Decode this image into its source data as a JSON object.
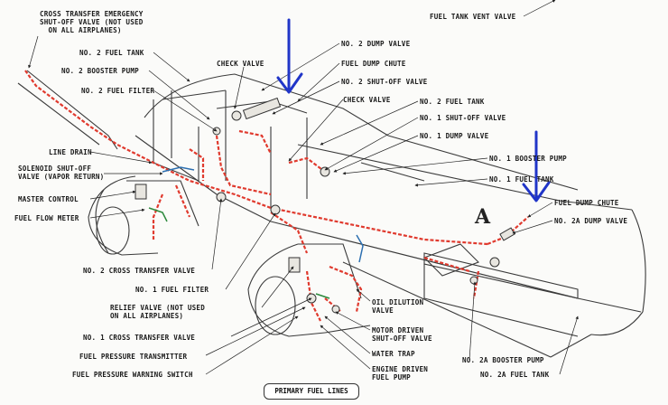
{
  "colors": {
    "fuel_line": "#e03a2e",
    "outline": "#3a3a3a",
    "annotation_arrow": "#2035c8",
    "green_line": "#2c8a3c",
    "blue_line": "#2c6fb0"
  },
  "labels": {
    "cross_transfer_emergency": "CROSS TRANSFER EMERGENCY\nSHUT-OFF VALVE (NOT USED\n  ON ALL AIRPLANES)",
    "no2_fuel_tank_left": "NO. 2 FUEL TANK",
    "no2_booster_pump": "NO. 2 BOOSTER PUMP",
    "no2_fuel_filter": "NO. 2 FUEL FILTER",
    "line_drain": "LINE DRAIN",
    "solenoid_shutoff": "SOLENOID SHUT-OFF\nVALVE (VAPOR RETURN)",
    "master_control": "MASTER CONTROL",
    "fuel_flow_meter": "FUEL FLOW METER",
    "check_valve_top": "CHECK VALVE",
    "no2_dump_valve": "NO. 2 DUMP VALVE",
    "fuel_dump_chute_top": "FUEL DUMP CHUTE",
    "no2_shutoff_valve": "NO. 2  SHUT-OFF VALVE",
    "check_valve_mid": "CHECK VALVE",
    "no2_fuel_tank_right": "NO. 2 FUEL TANK",
    "no1_shutoff_valve": "NO. 1  SHUT-OFF VALVE",
    "no1_dump_valve": "NO. 1  DUMP VALVE",
    "no1_booster_pump": "NO. 1  BOOSTER PUMP",
    "no1_fuel_tank": "NO. 1  FUEL TANK",
    "fuel_dump_chute_right": "FUEL DUMP CHUTE",
    "no2a_dump_valve": "NO. 2A DUMP VALVE",
    "fuel_tank_vent_valve": "FUEL TANK VENT VALVE",
    "no2_cross_transfer": "NO. 2 CROSS TRANSFER VALVE",
    "no1_fuel_filter": "NO. 1 FUEL FILTER",
    "relief_valve": "RELIEF VALVE (NOT USED\nON ALL AIRPLANES)",
    "no1_cross_transfer": "NO. 1  CROSS TRANSFER VALVE",
    "fuel_pressure_transmitter": "FUEL PRESSURE TRANSMITTER",
    "fuel_pressure_warning": "FUEL PRESSURE WARNING SWITCH",
    "oil_dilution": "OIL DILUTION\nVALVE",
    "motor_driven": "MOTOR DRIVEN\nSHUT-OFF VALVE",
    "water_trap": "WATER TRAP",
    "engine_driven": "ENGINE DRIVEN\nFUEL PUMP",
    "no2a_booster_pump": "NO. 2A BOOSTER PUMP",
    "no2a_fuel_tank": "NO. 2A FUEL TANK",
    "detail_mark": "A",
    "caption": "PRIMARY FUEL LINES"
  }
}
